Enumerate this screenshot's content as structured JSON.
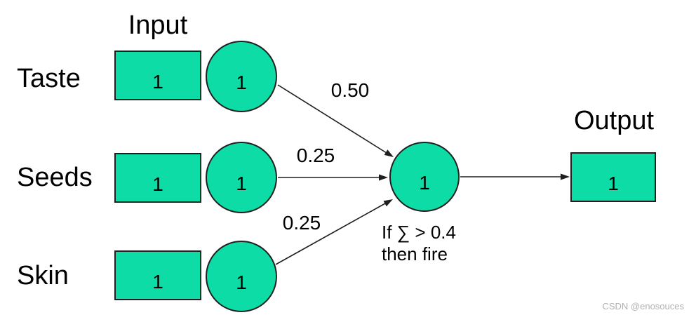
{
  "titles": {
    "input": "Input",
    "output": "Output"
  },
  "rows": [
    {
      "label": "Taste",
      "input_value": "1",
      "neuron_value": "1",
      "weight": "0.50"
    },
    {
      "label": "Seeds",
      "input_value": "1",
      "neuron_value": "1",
      "weight": "0.25"
    },
    {
      "label": "Skin",
      "input_value": "1",
      "neuron_value": "1",
      "weight": "0.25"
    }
  ],
  "sum_neuron": {
    "value": "1",
    "rule_line1": "If ∑ > 0.4",
    "rule_line2": "then fire"
  },
  "output_box": {
    "value": "1"
  },
  "watermark": "CSDN @enosouces",
  "colors": {
    "shape_fill": "#0ddca6",
    "shape_stroke": "#1f1f1f",
    "text": "#000000",
    "watermark": "#b3b0b0"
  }
}
